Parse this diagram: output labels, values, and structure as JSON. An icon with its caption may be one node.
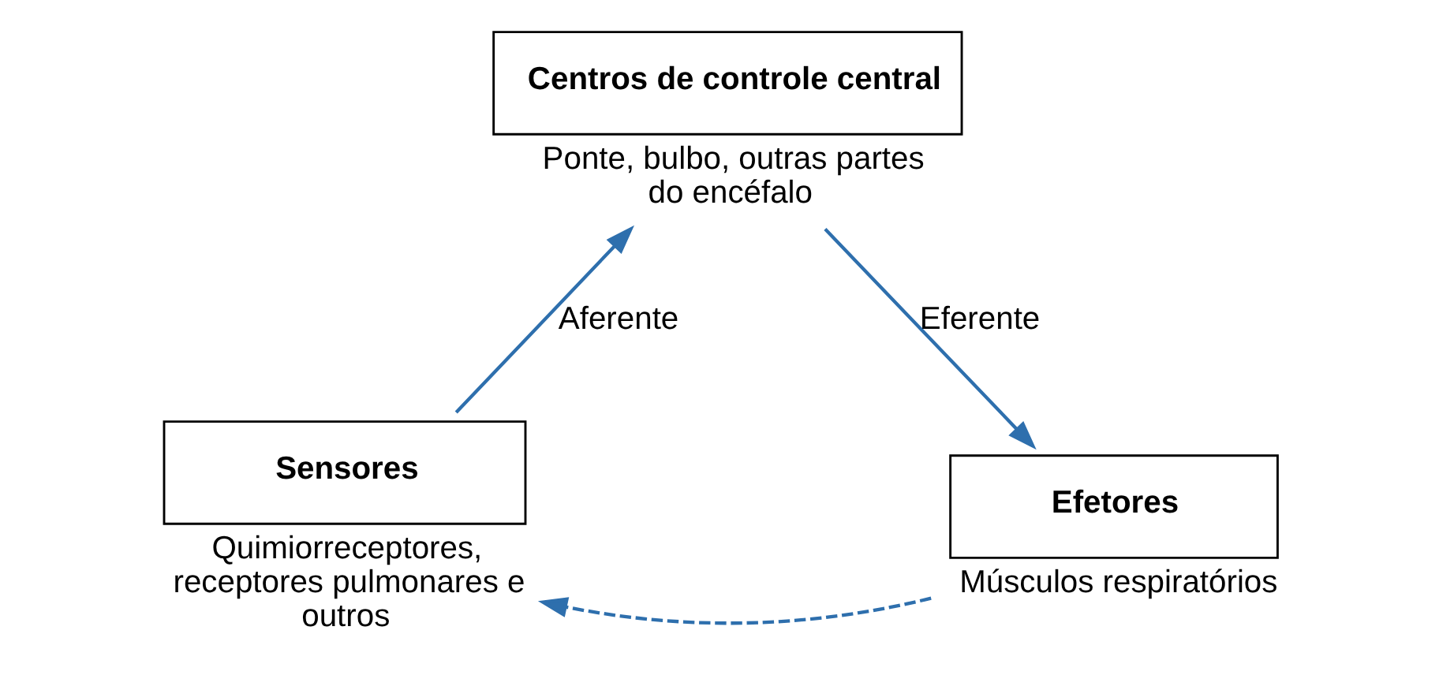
{
  "diagram": {
    "nodes": [
      {
        "text": [
          "Centros de controle central"
        ],
        "beside": [
          "Ponte, bulbo, outras partes do encéfalo"
        ]
      },
      {
        "text": [
          "Sensores"
        ],
        "beside": [
          "Quimiorreceptores, receptores pulmonares e outros"
        ]
      },
      {
        "text": [
          "Efetores"
        ],
        "beside": [
          "Músculos respiratórios"
        ]
      }
    ],
    "edges": [
      {
        "from": 1,
        "to": 0,
        "arrow": "to",
        "label": "Aferente"
      },
      {
        "from": 0,
        "to": 2,
        "arrow": "to",
        "label": "Eferente"
      },
      {
        "from": 2,
        "to": 1,
        "arrow": "to",
        "style": "dashed"
      }
    ]
  }
}
